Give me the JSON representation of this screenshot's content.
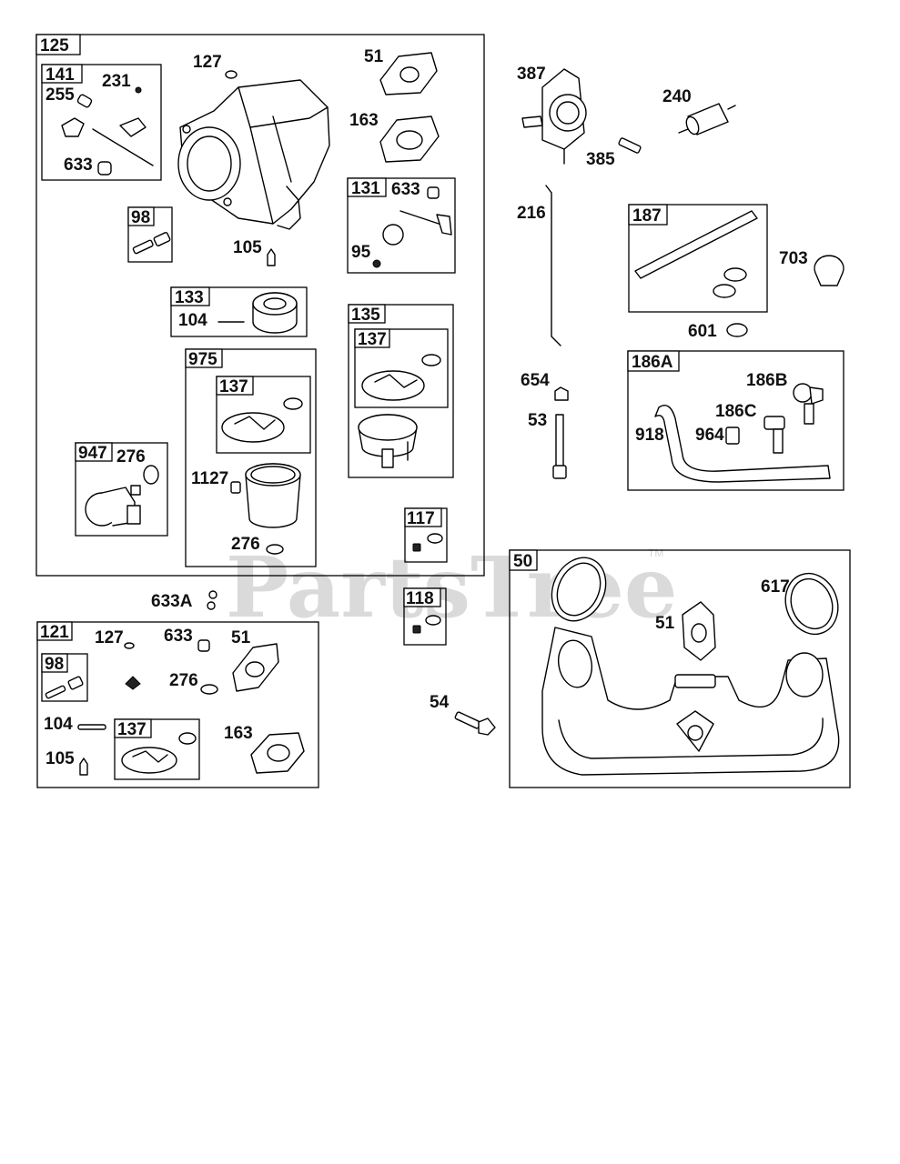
{
  "watermark": {
    "text": "PartsTree",
    "tm": "TM"
  },
  "groups": {
    "g125": "125",
    "g141": "141",
    "g98": "98",
    "g133": "133",
    "g975": "975",
    "g137a": "137",
    "g947": "947",
    "g131": "131",
    "g135": "135",
    "g137b": "137",
    "g117": "117",
    "g118": "118",
    "g121": "121",
    "g98b": "98",
    "g137c": "137",
    "g187": "187",
    "g186a": "186A",
    "g50": "50"
  },
  "labels": {
    "p127": "127",
    "p51": "51",
    "p231": "231",
    "p255": "255",
    "p163": "163",
    "p633a": "633",
    "p105": "105",
    "p104": "104",
    "p633b": "633",
    "p95": "95",
    "p1127": "1127",
    "p276a": "276",
    "p276b": "276",
    "p633A": "633A",
    "p127b": "127",
    "p633c": "633",
    "p51b": "51",
    "p276c": "276",
    "p104b": "104",
    "p163b": "163",
    "p105b": "105",
    "p387": "387",
    "p240": "240",
    "p385": "385",
    "p216": "216",
    "p703": "703",
    "p601": "601",
    "p654": "654",
    "p53": "53",
    "p186b": "186B",
    "p186c": "186C",
    "p918": "918",
    "p964": "964",
    "p54": "54",
    "p617": "617",
    "p51c": "51"
  }
}
